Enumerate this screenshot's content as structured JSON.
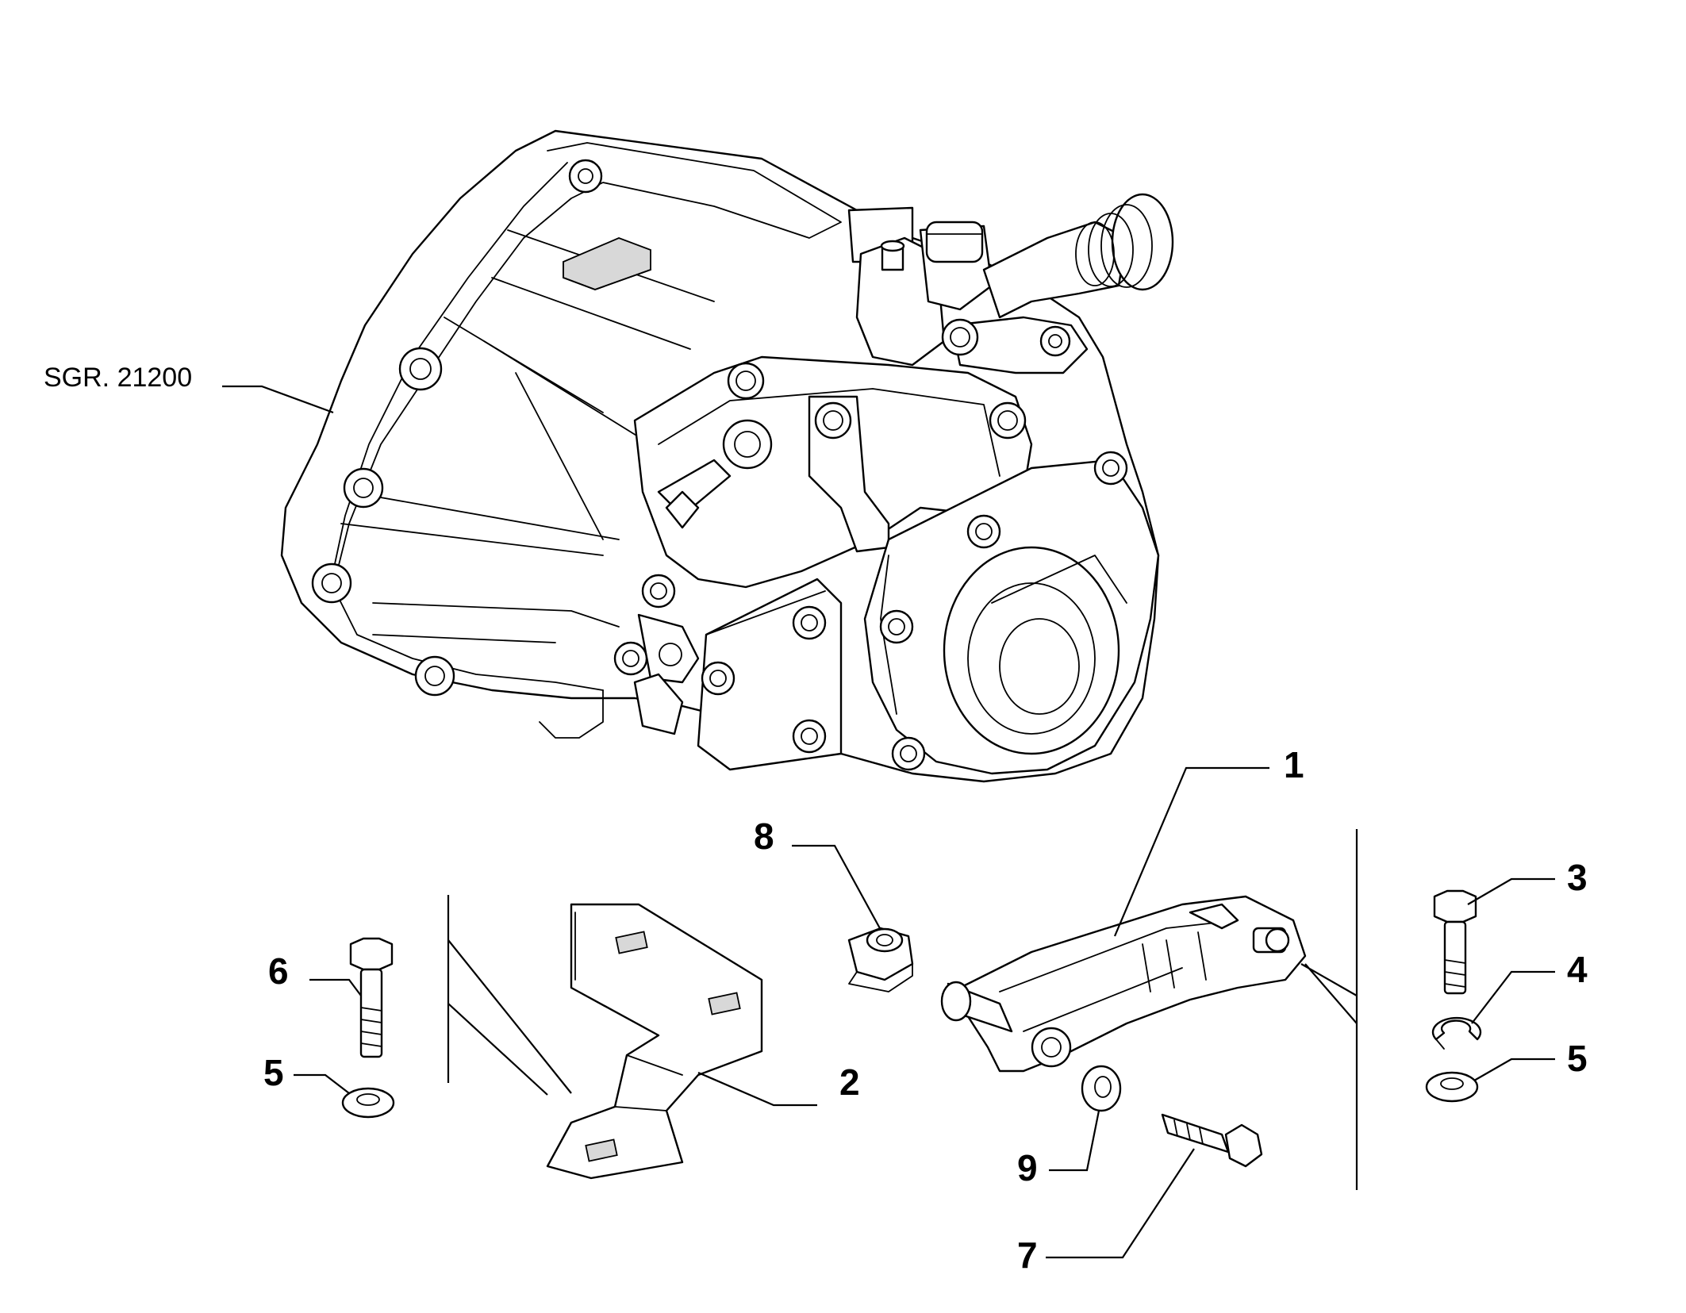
{
  "reference_label": "SGR. 21200",
  "callouts": [
    "1",
    "2",
    "3",
    "4",
    "5",
    "6",
    "5",
    "7",
    "8",
    "9"
  ],
  "parts": {
    "gearbox": "gearbox-housing",
    "bracket_plate": "bracket-plate",
    "link_rod": "link-rod",
    "flanged_nut": "flanged-nut",
    "long_bolt_left": "bolt",
    "washer_left": "washer",
    "bolt_right": "bolt",
    "spring_washer": "split-lock-washer",
    "washer_right": "washer",
    "bolt_small": "bolt",
    "washer_small": "washer"
  }
}
